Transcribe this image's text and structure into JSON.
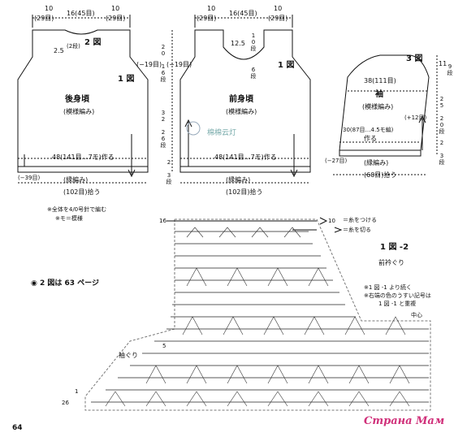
{
  "top": {
    "d10": "10",
    "d16_45": "16(45目)",
    "d29": "(29目)"
  },
  "back": {
    "fig_label": "2 図",
    "neck_25": "2.5",
    "neck_rows": "(2段)",
    "fig1": "1 図",
    "title": "後身頃",
    "pattern": "(模様編み)",
    "side_19": "(−19目)",
    "bottom_48": "48(141目…7モ)作る",
    "border_39": "(−39目)",
    "edging": "(縁編み)",
    "pickup": "(102目)拾う",
    "note1": "※全体を4/0号針で編む",
    "note2": "※モ＝模様"
  },
  "front": {
    "d125": "12.5",
    "d10_rows": "10段",
    "d6_rows": "6段",
    "fig1": "1 図",
    "title": "前身頃",
    "pattern": "(模様編み)",
    "side_19": "(−19目)",
    "left_dim_a": "20 16段",
    "left_dim_b": "32 26段",
    "left_dim_c": "2 3段",
    "bottom_48": "48(141目…7モ)作る",
    "edging": "(縁編み)",
    "pickup": "(102目)拾う",
    "watermark": "棉棉云灯"
  },
  "sleeve": {
    "fig3": "3 図",
    "d38": "38(111目)",
    "title": "袖",
    "pattern": "(模様編み)",
    "plus12": "(+12目)",
    "d30": "30(87目…4.5モ編)",
    "make": "作る",
    "minus27": "(−27目)",
    "edging": "(縁編み)",
    "pickup": "(60目)拾う",
    "right_11": "11",
    "right_9": "9段",
    "right_25": "25 20段",
    "right_2": "2 3段"
  },
  "chart": {
    "yarn_on": "＝糸をつける",
    "yarn_off": "＝糸を切る",
    "title": "1 図 -2",
    "subtitle": "前衿ぐり",
    "note_a": "※1 図 -1 より続く",
    "note_b": "※右端の色のうすい記号は",
    "note_c": "1 図 -1 と重複",
    "center": "中心",
    "armhole": "袖ぐり",
    "page_ref": "◉ 2 図は 63 ページ",
    "row16": "16",
    "row10": "10",
    "row5": "5",
    "row1": "1",
    "row26": "26"
  },
  "page_number": "64",
  "site_watermark": "Страна Мам"
}
